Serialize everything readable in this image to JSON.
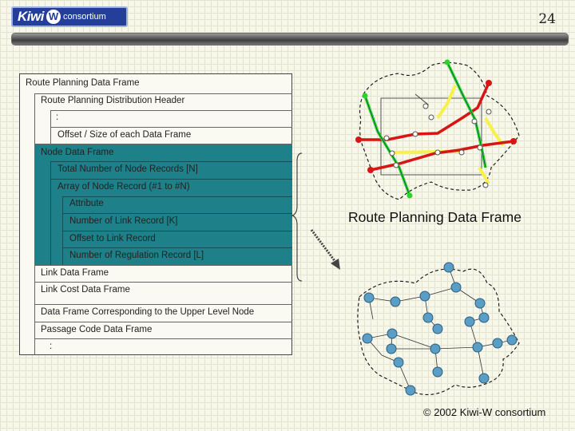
{
  "header": {
    "logo_kiwi": "Kiwi",
    "logo_w": "W",
    "logo_consortium": "consortium",
    "page_number": "24"
  },
  "frame": {
    "title": "Route Planning Data Frame",
    "distribution_header": "Route Planning Distribution Header",
    "colon_1": ":",
    "offset_size": "Offset / Size  of each Data Frame",
    "node_data_frame": "Node Data Frame",
    "total_nodes": "Total Number of Node Records [N]",
    "array_nodes": "Array  of  Node Record  (#1 to #N)",
    "attribute": "Attribute",
    "num_link_record": "Number of Link Record  [K]",
    "offset_link": "Offset to  Link Record",
    "num_regulation": "Number of  Regulation Record [L]",
    "link_data_frame": "Link Data Frame",
    "link_cost": "Link Cost Data Frame",
    "upper_level": "Data Frame Corresponding to the Upper Level Node",
    "passage_code": "Passage Code Data Frame",
    "colon_2": ":"
  },
  "diagram_label": "Route Planning Data Frame",
  "footer": {
    "copyright": "© 2002 Kiwi-W consortium"
  },
  "colors": {
    "teal": "#1e8088",
    "road_red": "#d81414",
    "road_green": "#2ad42a",
    "road_yellow": "#f6f24a",
    "node_fill": "#5a9ec6"
  }
}
